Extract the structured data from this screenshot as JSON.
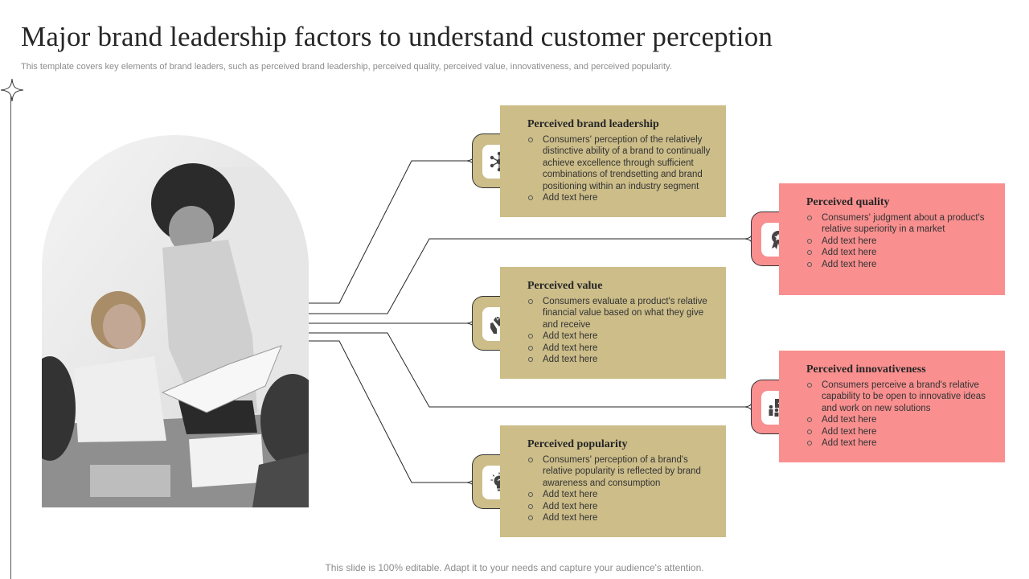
{
  "slide": {
    "title": "Major brand leadership factors to understand customer perception",
    "subtitle": "This template covers key elements of brand leaders, such as perceived brand leadership, perceived quality, perceived value, innovativeness, and perceived popularity.",
    "footer": "This slide is 100% editable. Adapt it to your needs and capture your audience's attention."
  },
  "colors": {
    "tan": "#ccbd89",
    "pink": "#f98f8f",
    "connector": "#262626"
  },
  "cards": [
    {
      "id": "leadership",
      "icon": "network-icon",
      "title": "Perceived brand leadership",
      "bullets": [
        "Consumers' perception of the relatively distinctive ability of a brand to continually achieve excellence through sufficient combinations of trendsetting and brand positioning within an industry segment",
        "Add text here"
      ]
    },
    {
      "id": "quality",
      "icon": "award-ribbon-icon",
      "title": "Perceived quality",
      "bullets": [
        "Consumers' judgment about a product's relative superiority in a market",
        "Add text here",
        "Add text here",
        "Add text here"
      ]
    },
    {
      "id": "value",
      "icon": "hands-diamond-icon",
      "title": "Perceived value",
      "bullets": [
        "Consumers evaluate a product's relative financial value based on what they give and receive",
        "Add text here",
        "Add text here",
        "Add text here"
      ]
    },
    {
      "id": "innovativeness",
      "icon": "presentation-team-icon",
      "title": "Perceived innovativeness",
      "bullets": [
        "Consumers perceive a brand's relative capability to be open to innovative ideas and work on new solutions",
        "Add text here",
        "Add text here",
        "Add text here"
      ]
    },
    {
      "id": "popularity",
      "icon": "lightbulb-hand-icon",
      "title": "Perceived popularity",
      "bullets": [
        "Consumers' perception of a brand's relative popularity is reflected by brand awareness and consumption",
        "Add text here",
        "Add text here",
        "Add text here"
      ]
    }
  ]
}
